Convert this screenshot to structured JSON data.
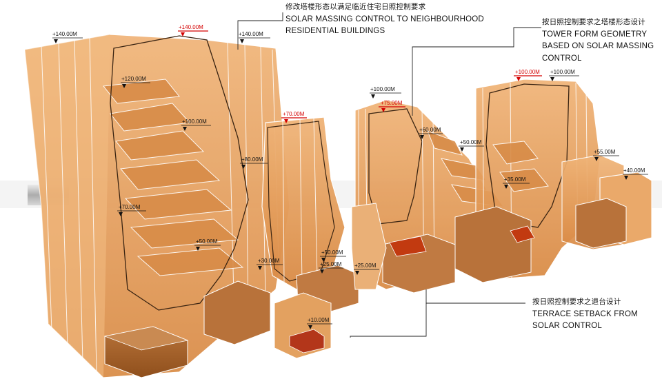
{
  "annotations": {
    "massing": {
      "zh": "修改塔楼形态以满足临近住宅日照控制要求",
      "en1": "SOLAR MASSING CONTROL TO NEIGHBOURHOOD",
      "en2": "RESIDENTIAL BUILDINGS"
    },
    "tower": {
      "zh": "按日照控制要求之塔楼形态设计",
      "en1": "TOWER FORM GEOMETRY",
      "en2": "BASED ON SOLAR MASSING",
      "en3": "CONTROL"
    },
    "terrace": {
      "zh": "按日照控制要求之退台设计",
      "en1": "TERRACE SETBACK FROM",
      "en2": "SOLAR CONTROL"
    }
  },
  "levels": {
    "l140a": "+140.00M",
    "l140b": "+140.00M",
    "l140red": "+140.00M",
    "l120": "+120.00M",
    "l100a": "+100.00M",
    "l80": "+80.00M",
    "l70red": "+70.00M",
    "l70": "+70.00M",
    "l50a": "+50.00M",
    "l50b": "+50.00M",
    "l100b": "+100.00M",
    "l75red": "+75.00M",
    "l60": "+60.00M",
    "l50c": "+50.00M",
    "l35": "+35.00M",
    "l100red": "+100.00M",
    "l100c": "+100.00M",
    "l55": "+55.00M",
    "l40": "+40.00M",
    "l30": "+30.00M",
    "l25a": "+25.00M",
    "l25b": "+25.00M",
    "l10": "+10.00M"
  },
  "colors": {
    "massing": "#e6a05a",
    "massing_dark": "#a65a1c",
    "accent_red": "#d40000",
    "core_red": "#c0380c"
  }
}
